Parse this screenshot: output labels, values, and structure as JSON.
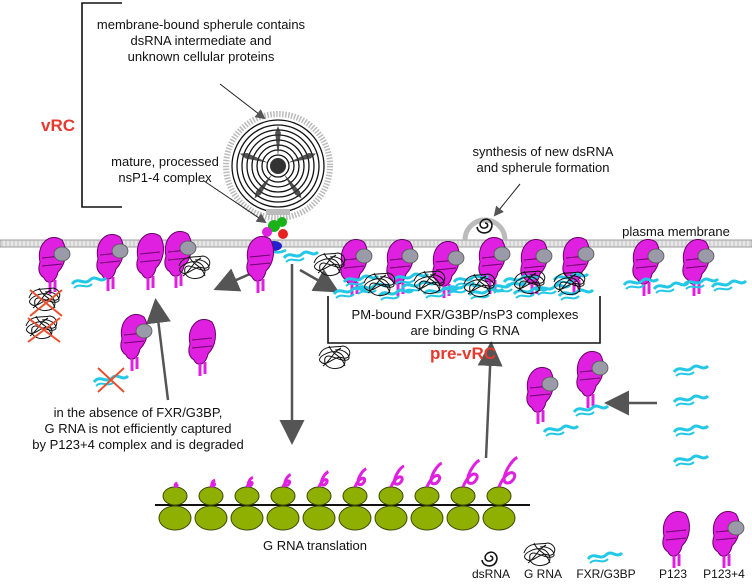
{
  "labels": {
    "spherule": "membrane-bound spherule contains\ndsRNA intermediate and\nunknown cellular proteins",
    "vrc": "vRC",
    "mature": "mature, processed\nnsP1-4 complex",
    "synthesis": "synthesis of new dsRNA\nand spherule formation",
    "plasma_membrane": "plasma membrane",
    "pm_bound": "PM-bound FXR/G3BP/nsP3 complexes\nare binding G RNA",
    "pre_vrc": "pre-vRC",
    "absence": "in the absence of FXR/G3BP,\nG RNA is not efficiently captured\nby P123+4 complex and is degraded",
    "translation": "G RNA translation"
  },
  "legend": [
    {
      "label": "dsRNA",
      "icon": "dsrna-spiral-icon"
    },
    {
      "label": "G RNA",
      "icon": "g-rna-tangle-icon"
    },
    {
      "label": "FXR/G3BP",
      "icon": "fxr-g3bp-icon"
    },
    {
      "label": "P123",
      "icon": "p123-icon"
    },
    {
      "label": "P123+4",
      "icon": "p123-4-icon"
    }
  ],
  "colors": {
    "p123": "#e020e0",
    "nsp4": "#9a9aa8",
    "fxr": "#22c8e6",
    "ribosome": "#8fb000",
    "red_label": "#e53a2f",
    "membrane": "#d8d8d8"
  }
}
